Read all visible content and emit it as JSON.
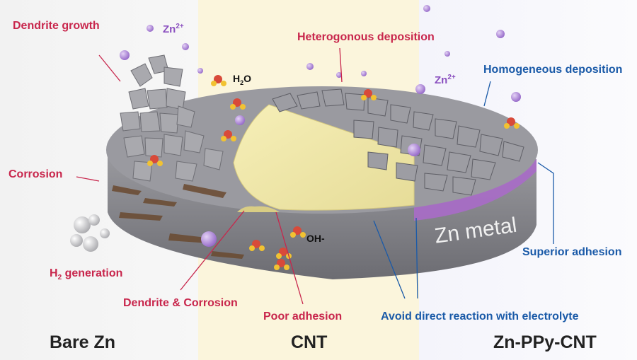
{
  "labels": {
    "dendrite_growth": "Dendrite growth",
    "zn2_left": "Zn",
    "zn2_left_sup": "2+",
    "h2o": "H",
    "h2o_sub": "2",
    "h2o_tail": "O",
    "corrosion": "Corrosion",
    "h2_generation_a": "H",
    "h2_generation_sub": "2",
    "h2_generation_b": " generation",
    "dendrite_corrosion": "Dendrite & Corrosion",
    "poor_adhesion": "Poor adhesion",
    "oh": "OH-",
    "heterogonous": "Heterogonous deposition",
    "zn2_right": "Zn",
    "zn2_right_sup": "2+",
    "homogeneous": "Homogeneous deposition",
    "zn_metal": "Zn metal",
    "superior_adhesion": "Superior adhesion",
    "avoid_reaction": "Avoid direct reaction with electrolyte"
  },
  "sections": {
    "bare_zn": "Bare Zn",
    "cnt": "CNT",
    "zn_ppy_cnt": "Zn-PPy-CNT"
  },
  "colors": {
    "label_red": "#c8264c",
    "label_blue": "#1a5aa8",
    "zn_ion": "#b48fd8",
    "cnt_layer": "#efe6a6",
    "ppy_layer": "#a86cc8",
    "zinc_disc": "#8b8b8f"
  }
}
